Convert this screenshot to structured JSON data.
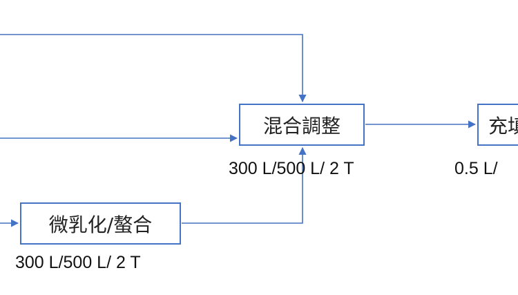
{
  "nodes": {
    "mix": {
      "label": "混合調整",
      "caption": "300 L/500 L/ 2 T"
    },
    "fill": {
      "label": "充填",
      "caption": "0.5 L/"
    },
    "emulsify": {
      "label": "微乳化/螯合",
      "caption": "300 L/500 L/ 2 T"
    }
  },
  "colors": {
    "connector": "#4472c4",
    "box_border": "#4472c4",
    "text": "#222222"
  }
}
